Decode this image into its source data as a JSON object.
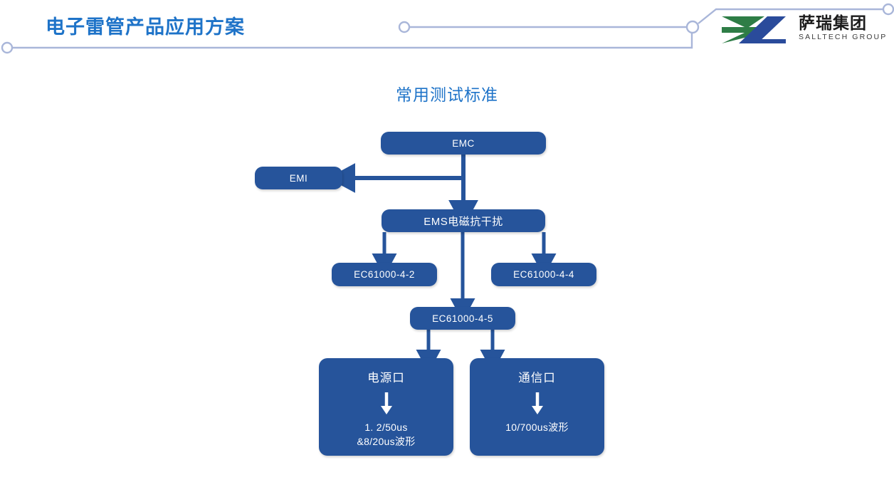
{
  "slide": {
    "title": "电子雷管产品应用方案",
    "title_color": "#1e73c8",
    "deco_line_color": "#a9b6d9",
    "background": "#ffffff"
  },
  "logo": {
    "cn_name": "萨瑞集团",
    "en_name": "SALLTECH GROUP",
    "mark_green": "#2e7d46",
    "mark_blue": "#2a4b9b"
  },
  "diagram": {
    "heading": "常用测试标准",
    "heading_color": "#1e73c8",
    "node_fill": "#26549b",
    "node_text_color": "#ffffff",
    "connector_color": "#26549b",
    "nodes": {
      "emc": {
        "label": "EMC"
      },
      "emi": {
        "label": "EMI"
      },
      "ems": {
        "label": "EMS电磁抗干扰"
      },
      "iec_4_2": {
        "label": "EC61000-4-2"
      },
      "iec_4_4": {
        "label": "EC61000-4-4"
      },
      "iec_4_5": {
        "label": "EC61000-4-5"
      },
      "power_port": {
        "head": "电源口",
        "line1": "1. 2/50us",
        "line2": "&8/20us波形"
      },
      "comm_port": {
        "head": "通信口",
        "line1": "10/700us波形"
      }
    }
  }
}
